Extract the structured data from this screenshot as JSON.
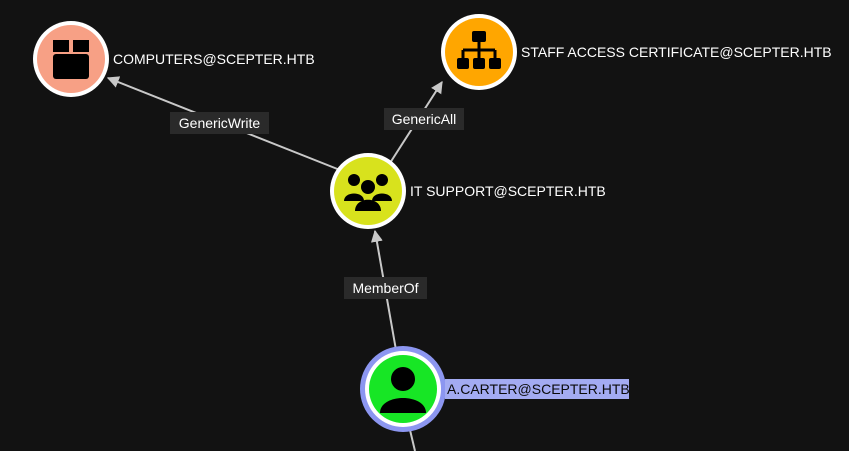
{
  "colors": {
    "background": "#121212",
    "edge": "#c8c8c8",
    "edge_label_bg": "#2a2a2a",
    "ring": "#ffffff",
    "selected_ring": "#8c96f0",
    "selected_label_bg": "#a3abf2"
  },
  "nodes": {
    "computers": {
      "label": "COMPUTERS@SCEPTER.HTB",
      "icon": "box-icon",
      "color": "#f7a085"
    },
    "cert": {
      "label": "STAFF ACCESS CERTIFICATE@SCEPTER.HTB",
      "icon": "sitemap-icon",
      "color": "#ffa600"
    },
    "it_support": {
      "label": "IT SUPPORT@SCEPTER.HTB",
      "icon": "users-icon",
      "color": "#d8e21d"
    },
    "carter": {
      "label": "A.CARTER@SCEPTER.HTB",
      "icon": "user-icon",
      "color": "#17e625",
      "selected": true
    }
  },
  "edges": {
    "generic_write": {
      "label": "GenericWrite"
    },
    "generic_all": {
      "label": "GenericAll"
    },
    "member_of": {
      "label": "MemberOf"
    }
  }
}
